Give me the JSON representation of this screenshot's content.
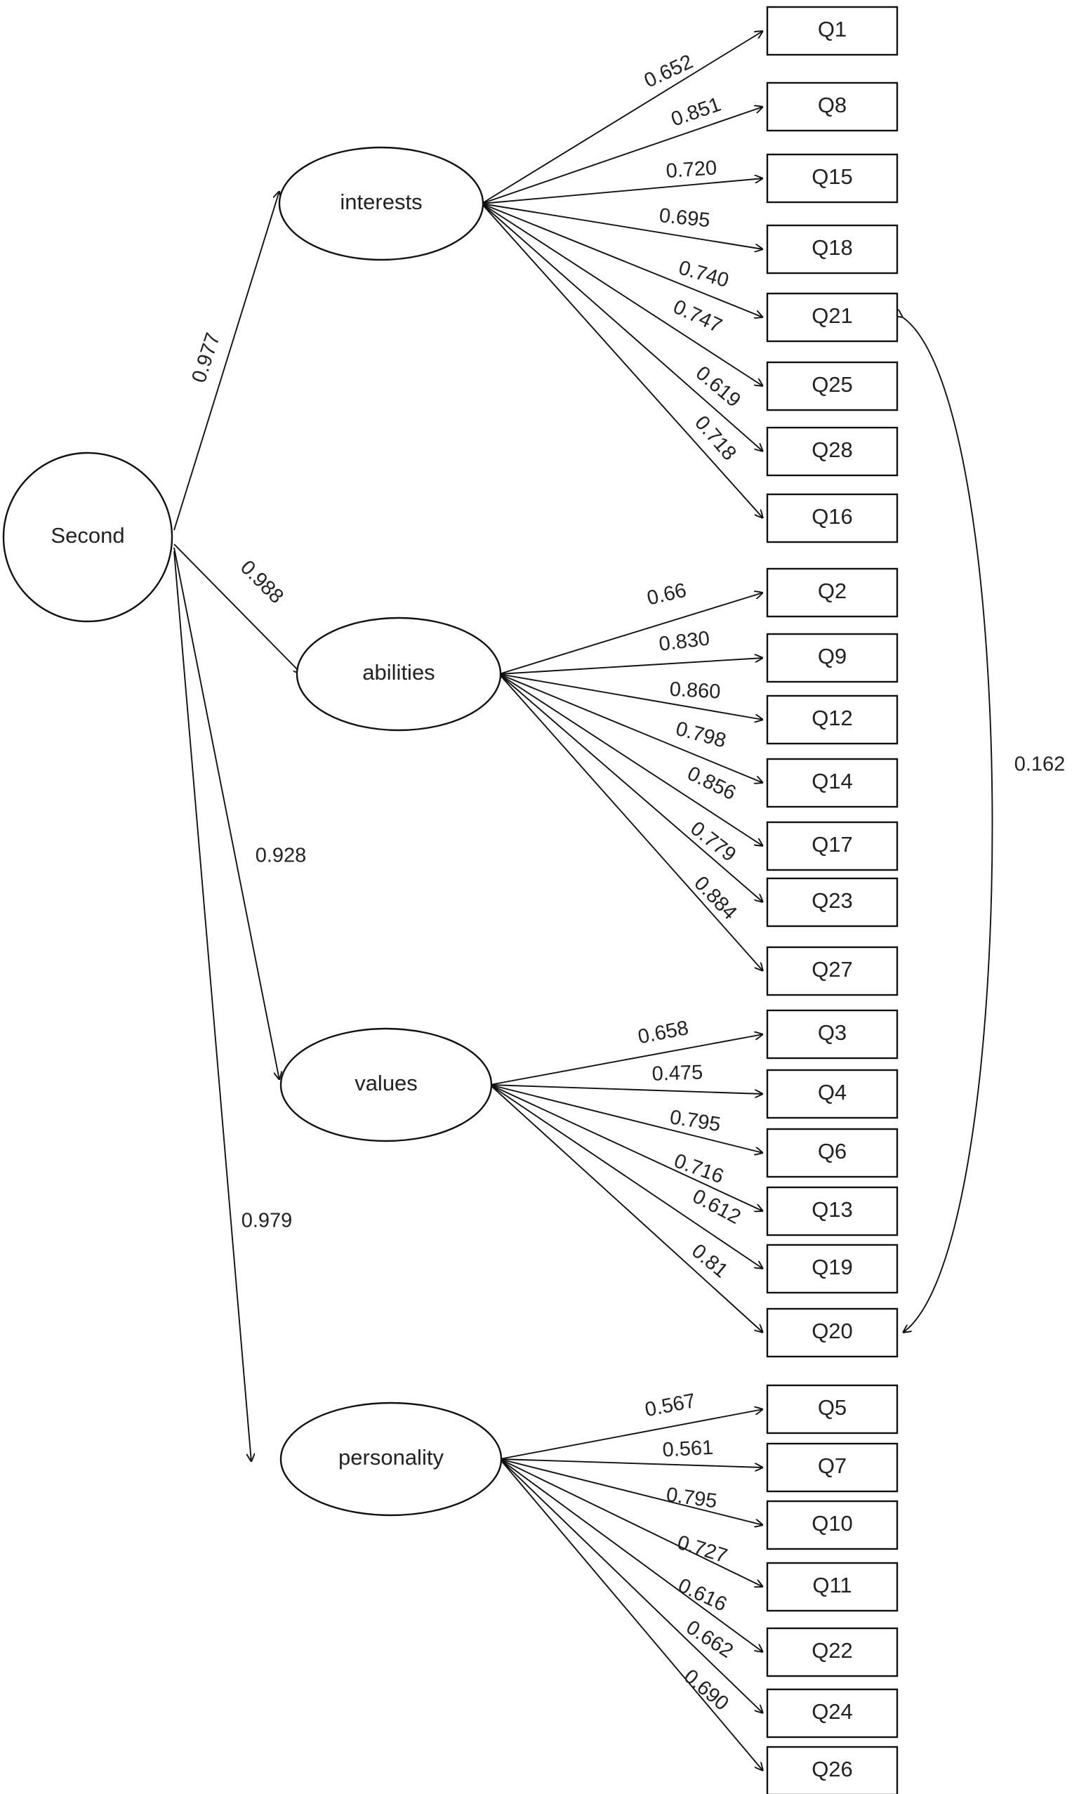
{
  "second": {
    "id": "second",
    "label": "Second"
  },
  "factors": [
    {
      "id": "interests",
      "label": "interests",
      "loading_from_second": "0.977"
    },
    {
      "id": "abilities",
      "label": "abilities",
      "loading_from_second": "0.988"
    },
    {
      "id": "values",
      "label": "values",
      "loading_from_second": "0.928"
    },
    {
      "id": "personality",
      "label": "personality",
      "loading_from_second": "0.979"
    }
  ],
  "items": [
    {
      "id": "Q1",
      "label": "Q1",
      "factor": "interests",
      "loading": "0.652"
    },
    {
      "id": "Q8",
      "label": "Q8",
      "factor": "interests",
      "loading": "0.851"
    },
    {
      "id": "Q15",
      "label": "Q15",
      "factor": "interests",
      "loading": "0.720"
    },
    {
      "id": "Q18",
      "label": "Q18",
      "factor": "interests",
      "loading": "0.695"
    },
    {
      "id": "Q21",
      "label": "Q21",
      "factor": "interests",
      "loading": "0.740"
    },
    {
      "id": "Q25",
      "label": "Q25",
      "factor": "interests",
      "loading": "0.747"
    },
    {
      "id": "Q28",
      "label": "Q28",
      "factor": "interests",
      "loading": "0.619"
    },
    {
      "id": "Q16",
      "label": "Q16",
      "factor": "interests",
      "loading": "0.718"
    },
    {
      "id": "Q2",
      "label": "Q2",
      "factor": "abilities",
      "loading": "0.66"
    },
    {
      "id": "Q9",
      "label": "Q9",
      "factor": "abilities",
      "loading": "0.830"
    },
    {
      "id": "Q12",
      "label": "Q12",
      "factor": "abilities",
      "loading": "0.860"
    },
    {
      "id": "Q14",
      "label": "Q14",
      "factor": "abilities",
      "loading": "0.798"
    },
    {
      "id": "Q17",
      "label": "Q17",
      "factor": "abilities",
      "loading": "0.856"
    },
    {
      "id": "Q23",
      "label": "Q23",
      "factor": "abilities",
      "loading": "0.779"
    },
    {
      "id": "Q27",
      "label": "Q27",
      "factor": "abilities",
      "loading": "0.884"
    },
    {
      "id": "Q3",
      "label": "Q3",
      "factor": "values",
      "loading": "0.658"
    },
    {
      "id": "Q4",
      "label": "Q4",
      "factor": "values",
      "loading": "0.475"
    },
    {
      "id": "Q6",
      "label": "Q6",
      "factor": "values",
      "loading": "0.795"
    },
    {
      "id": "Q13",
      "label": "Q13",
      "factor": "values",
      "loading": "0.716"
    },
    {
      "id": "Q19",
      "label": "Q19",
      "factor": "values",
      "loading": "0.612"
    },
    {
      "id": "Q20",
      "label": "Q20",
      "factor": "values",
      "loading": "0.81"
    },
    {
      "id": "Q5",
      "label": "Q5",
      "factor": "personality",
      "loading": "0.567"
    },
    {
      "id": "Q7",
      "label": "Q7",
      "factor": "personality",
      "loading": "0.561"
    },
    {
      "id": "Q10",
      "label": "Q10",
      "factor": "personality",
      "loading": "0.795"
    },
    {
      "id": "Q11",
      "label": "Q11",
      "factor": "personality",
      "loading": "0.727"
    },
    {
      "id": "Q22",
      "label": "Q22",
      "factor": "personality",
      "loading": "0.616"
    },
    {
      "id": "Q24",
      "label": "Q24",
      "factor": "personality",
      "loading": "0.662"
    },
    {
      "id": "Q26",
      "label": "Q26",
      "factor": "personality",
      "loading": "0.690"
    }
  ],
  "covariance": {
    "from": "Q21",
    "to": "Q20",
    "label": "0.162"
  }
}
